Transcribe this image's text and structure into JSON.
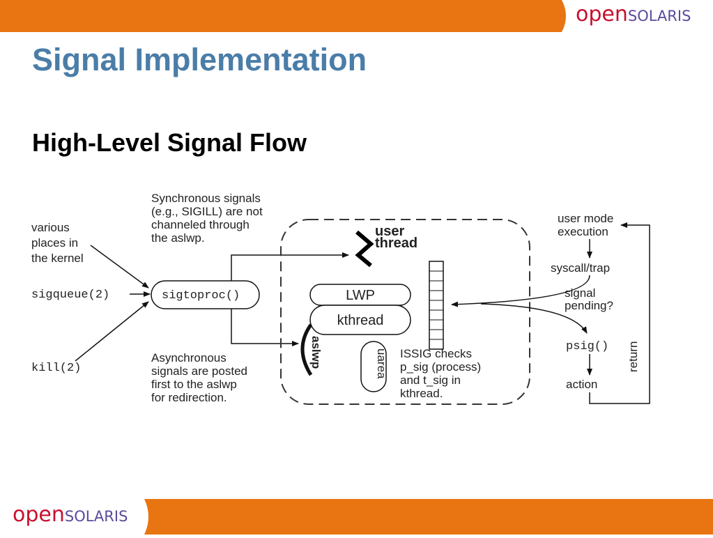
{
  "brand": {
    "logo_open": "open",
    "logo_solaris": "solaris",
    "bar_color": "#e87511"
  },
  "slide": {
    "title": "Signal Implementation",
    "subtitle": "High-Level Signal Flow"
  },
  "diagram": {
    "sources": {
      "various": [
        "various",
        "places in",
        "the kernel"
      ],
      "sigqueue": "sigqueue(2)",
      "kill": "kill(2)"
    },
    "sigtoproc": "sigtoproc()",
    "sync_note": [
      "Synchronous signals",
      "(e.g., SIGILL) are not",
      "channeled through",
      "the aslwp."
    ],
    "async_note": [
      "Asynchronous",
      "signals are posted",
      "first to the aslwp",
      "for redirection."
    ],
    "process": {
      "user_thread": [
        "user",
        "thread"
      ],
      "lwp": "LWP",
      "kthread": "kthread",
      "aslwp": "aslwp",
      "uarea": "uarea",
      "issig_note": [
        "ISSIG checks",
        "p_sig (process)",
        "and t_sig in",
        "kthread."
      ]
    },
    "right": {
      "user_mode": [
        "user mode",
        "execution"
      ],
      "syscall": "syscall/trap",
      "pending": [
        "signal",
        "pending?"
      ],
      "psig": "psig()",
      "action": "action",
      "return": "return"
    }
  }
}
